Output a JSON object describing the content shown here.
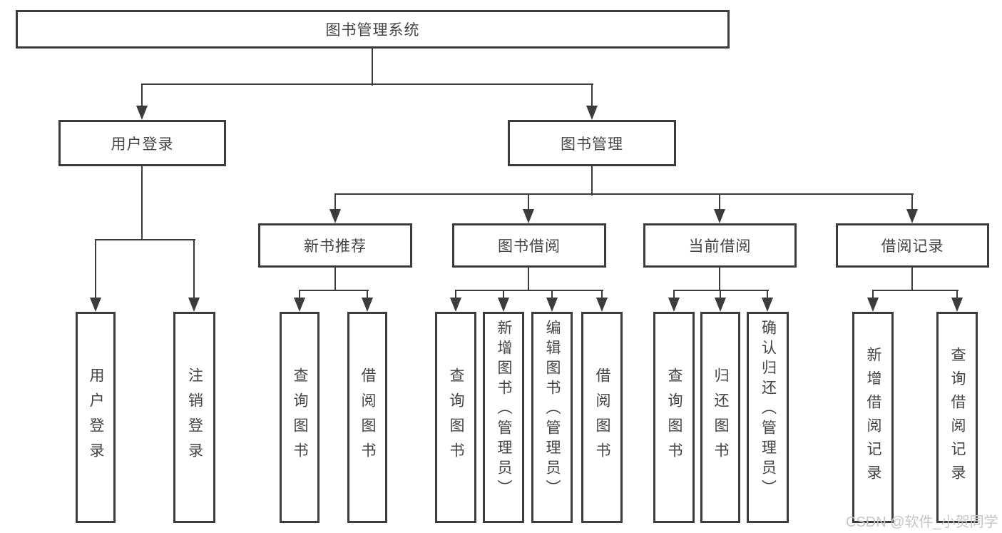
{
  "diagram": {
    "root": {
      "label": "图书管理系统"
    },
    "level2": [
      {
        "label": "用户登录",
        "children": [
          {
            "label": "用户登录"
          },
          {
            "label": "注销登录"
          }
        ]
      },
      {
        "label": "图书管理"
      }
    ],
    "level3": [
      {
        "label": "新书推荐",
        "children": [
          {
            "label": "查询图书"
          },
          {
            "label": "借阅图书"
          }
        ]
      },
      {
        "label": "图书借阅",
        "children": [
          {
            "label": "查询图书"
          },
          {
            "label": "新增图书（管理员）"
          },
          {
            "label": "编辑图书（管理员）"
          },
          {
            "label": "借阅图书"
          }
        ]
      },
      {
        "label": "当前借阅",
        "children": [
          {
            "label": "查询图书"
          },
          {
            "label": "归还图书"
          },
          {
            "label": "确认归还（管理员）"
          }
        ]
      },
      {
        "label": "借阅记录",
        "children": [
          {
            "label": "新增借阅记录"
          },
          {
            "label": "查询借阅记录"
          }
        ]
      }
    ]
  },
  "watermark": {
    "text": "CSDN @软件_小贺同学"
  },
  "colors": {
    "line": "#3c3c3c",
    "text": "#454545",
    "background": "#ffffff",
    "watermark": "#c6c6c6"
  }
}
